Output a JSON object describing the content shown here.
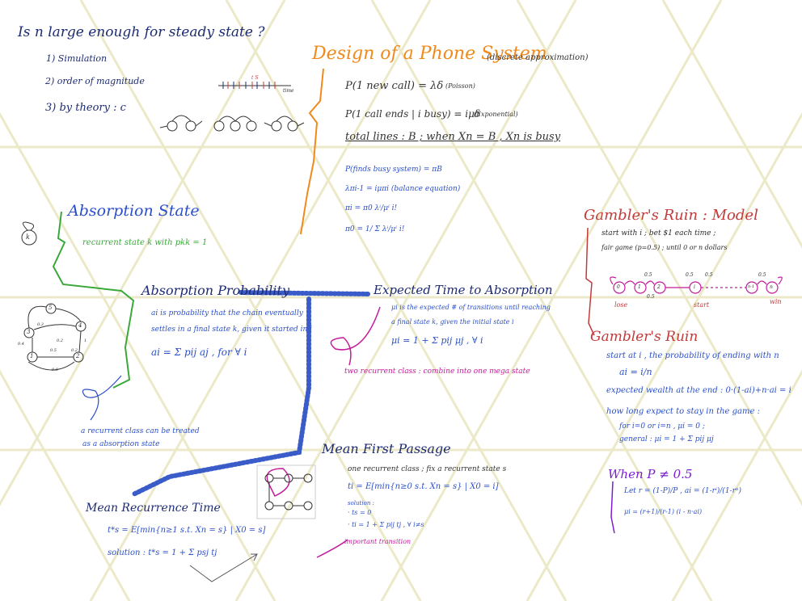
{
  "colors": {
    "background": "#ffffff",
    "grid": "#e8e4bf",
    "navy": "#1d2b73",
    "blue": "#2b4fc9",
    "green": "#3aa83a",
    "orange": "#f08a1c",
    "red": "#c23a3a",
    "magenta": "#c41c9a",
    "violet": "#7a1fd1"
  },
  "steady": {
    "question": "Is n large enough for steady state ?",
    "items": [
      "1) Simulation",
      "2) order of magnitude",
      "3) by theory : c"
    ],
    "timeline_label": "time",
    "timeline_mark": "t S"
  },
  "phone": {
    "title": "Design of a Phone System",
    "subtitle": "(discrete approximation)",
    "p_new_call": "P(1 new call) = λδ",
    "p_new_call_note": "(Poisson)",
    "p_call_ends": "P(1 call ends | i busy) = iμδ",
    "p_call_ends_note": "(Exponential)",
    "total_lines": "total lines : B ; when Xn = B , Xn is busy",
    "bullets": [
      "P(finds busy system) = πB",
      "λπi-1 = iμπi (balance equation)",
      "πi = π0 λⁱ/μⁱ i!",
      "π0 = 1/ Σ λⁱ/μⁱ i!"
    ]
  },
  "absorption_state": {
    "title": "Absorption State",
    "text": "recurrent state k with pkk = 1",
    "node": "k"
  },
  "absorption_probability": {
    "title": "Absorption Probability",
    "text_line1": "ai is probability that the chain eventually",
    "text_line2": "settles in a final state k, given it started in i",
    "formula": "ai = Σ pij aj , for ∀ i",
    "note_line1": "a recurrent class can be treated",
    "note_line2": "as a absorption state",
    "graph_nodes": [
      "1",
      "2",
      "3",
      "4",
      "5"
    ],
    "graph_edges": [
      "0.3",
      "0.5",
      "0.2",
      "0.4",
      "0.2",
      "0.8",
      "1"
    ]
  },
  "expected_time": {
    "title": "Expected Time to Absorption",
    "text_line1": "μi is the expected # of transitions until reaching",
    "text_line2": "a final state k, given the initial state i",
    "formula": "μi = 1 + Σ pij μj , ∀ i",
    "note": "two recurrent class : combine into one mega state"
  },
  "gambler_model": {
    "title": "Gambler's Ruin : Model",
    "line1": "start with i ; bet $1 each time ;",
    "line2": "fair game (p=0.5) ; until 0 or n dollars",
    "labels": [
      "lose",
      "start",
      "win"
    ],
    "probs": [
      "0.5",
      "0.5",
      "0.5",
      "0.5",
      "0.5"
    ],
    "nodes": [
      "0",
      "1",
      "2",
      "i",
      "n-1",
      "n"
    ]
  },
  "gambler_ruin": {
    "title": "Gambler's Ruin",
    "bullet1": "start at i , the probability of ending with n",
    "bullet1_formula": "ai = i/n",
    "bullet2": "expected wealth at the end : 0·(1-ai)+n·ai = i",
    "bullet3": "how long expect to stay in the game :",
    "bullet3_line2": "for i=0 or i=n , μi = 0 ;",
    "bullet3_line3": "general : μi = 1 + Σ pij μj"
  },
  "when_p": {
    "title": "When P ≠ 0.5",
    "line1": "Let r = (1-P)/P ,  ai = (1-rⁱ)/(1-rⁿ)",
    "line2": "μi = (r+1)/(r-1) (i - n·ai)"
  },
  "mean_first_passage": {
    "title": "Mean First Passage",
    "line1": "one recurrent class ; fix a recurrent state s",
    "formula": "ti = E[min{n≥0 s.t. Xn = s} | X0 = i]",
    "solution": "solution :",
    "sol1": "· ts = 0",
    "sol2": "· ti = 1 + Σ pij tj , ∀ i≠s",
    "note": "important transition"
  },
  "mean_recurrence": {
    "title": "Mean Recurrence Time",
    "formula": "t*s = E[min{n≥1 s.t. Xn = s} | X0 = s]",
    "solution": "solution : t*s = 1 + Σ psj tj"
  }
}
